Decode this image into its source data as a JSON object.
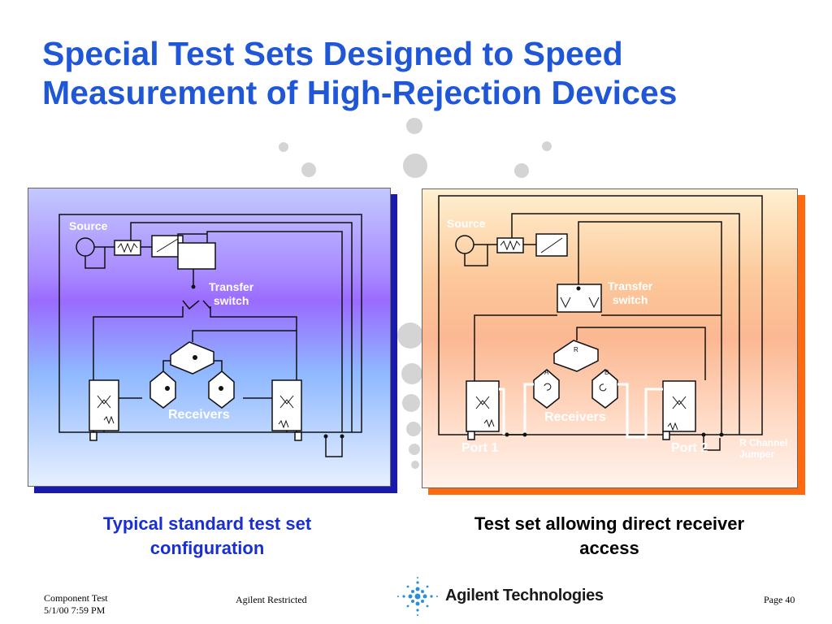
{
  "slide": {
    "title_line1": "Special Test Sets Designed to Speed",
    "title_line2": "Measurement of High-Rejection Devices"
  },
  "left_panel": {
    "source_label": "Source",
    "transfer_line1": "Transfer",
    "transfer_line2": "switch",
    "receivers_label": "Receivers",
    "caption_line1": "Typical standard test set",
    "caption_line2": "configuration"
  },
  "right_panel": {
    "source_label": "Source",
    "transfer_line1": "Transfer",
    "transfer_line2": "switch",
    "receivers_label": "Receivers",
    "receiver_r": "R",
    "receiver_a": "A",
    "receiver_b": "B",
    "port1_label": "Port 1",
    "port2_label": "Port 2",
    "r_channel_line1": "R Channel",
    "r_channel_line2": "Jumper",
    "caption_line1": "Test set allowing direct receiver",
    "caption_line2": "access"
  },
  "footer": {
    "doc_name": "Component Test",
    "date": "5/1/00 7:59 PM",
    "classification": "Agilent Restricted",
    "company": "Agilent Technologies",
    "page": "Page 40"
  },
  "colors": {
    "title": "#1f57d6",
    "left_caption": "#1a2fd0",
    "right_caption": "#000000",
    "left_shadow": "#1a1ab0",
    "right_shadow": "#ff6a10"
  }
}
